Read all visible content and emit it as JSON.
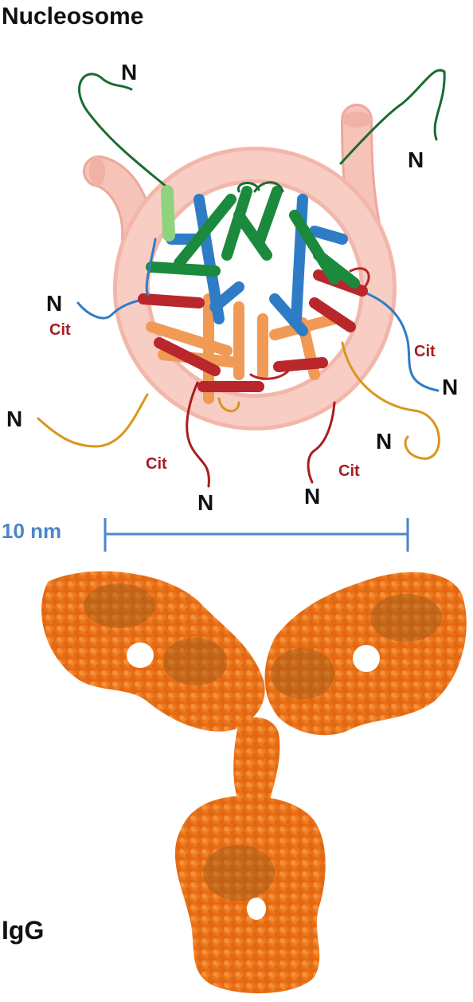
{
  "titles": {
    "top": "Nucleosome",
    "bottom": "IgG"
  },
  "scale_bar": {
    "label": "10 nm"
  },
  "tail_labels": {
    "n": "N",
    "cit": "Cit"
  },
  "colors": {
    "dna": "#f6c3b9",
    "dna_edge": "#eea79b",
    "h3_blue": "#2f7cc6",
    "h4_green": "#1b8a3c",
    "h2a_orange": "#f09a55",
    "h2b_red": "#b9262b",
    "tail_gold": "#d9961e",
    "cit_text": "#a71d20",
    "scale_blue": "#4a86c8",
    "igg_orange": "#ee7418",
    "igg_dark": "#b5561a"
  }
}
